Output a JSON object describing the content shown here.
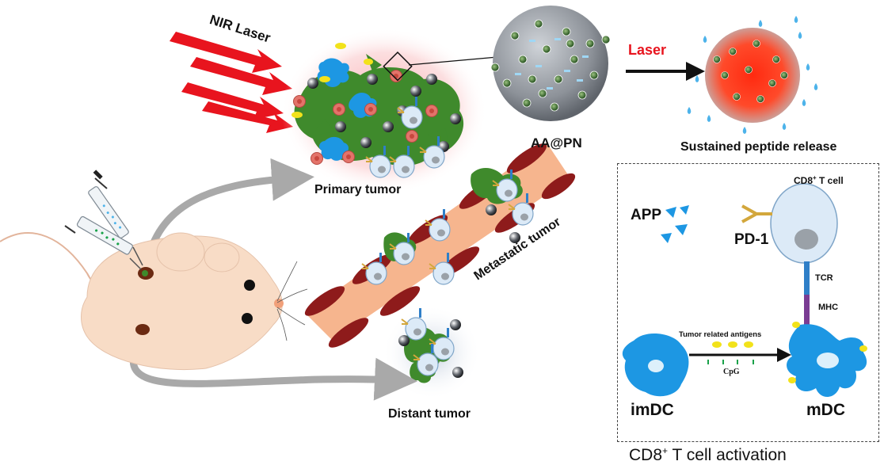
{
  "labels": {
    "nir_laser": "NIR Laser",
    "primary_tumor": "Primary tumor",
    "aa_pn": "AA@PN",
    "laser": "Laser",
    "sustained_release": "Sustained peptide release",
    "metastatic_tumor": "Metastatic tumor",
    "distant_tumor": "Distant tumor",
    "app": "APP",
    "pd1": "PD-1",
    "cd8_t_cell_prefix": "CD8",
    "cd8_t_cell_sup": "+",
    "cd8_t_cell_suffix": " T cell",
    "tcr": "TCR",
    "mhc": "MHC",
    "tumor_related_antigens": "Tumor related antigens",
    "cpg": "CpG",
    "imdc": "imDC",
    "mdc": "mDC",
    "activation_prefix": "CD8",
    "activation_sup": "+",
    "activation_suffix": " T cell  activation"
  },
  "colors": {
    "laser_red": "#e8141e",
    "tumor_green": "#3f8a2c",
    "dc_blue": "#1d97e3",
    "vessel_red": "#8e1b1b",
    "vessel_orange": "#f6b58e",
    "mouse_skin": "#f8dcc6",
    "arrow_gray": "#a9a9a9",
    "nanoparticle_gray": "#8d9299",
    "pd1_gold": "#d3a73c",
    "mhc_purple": "#7a3c93",
    "antigen_yellow": "#f2e21a",
    "cpg_green": "#1aa24a"
  }
}
